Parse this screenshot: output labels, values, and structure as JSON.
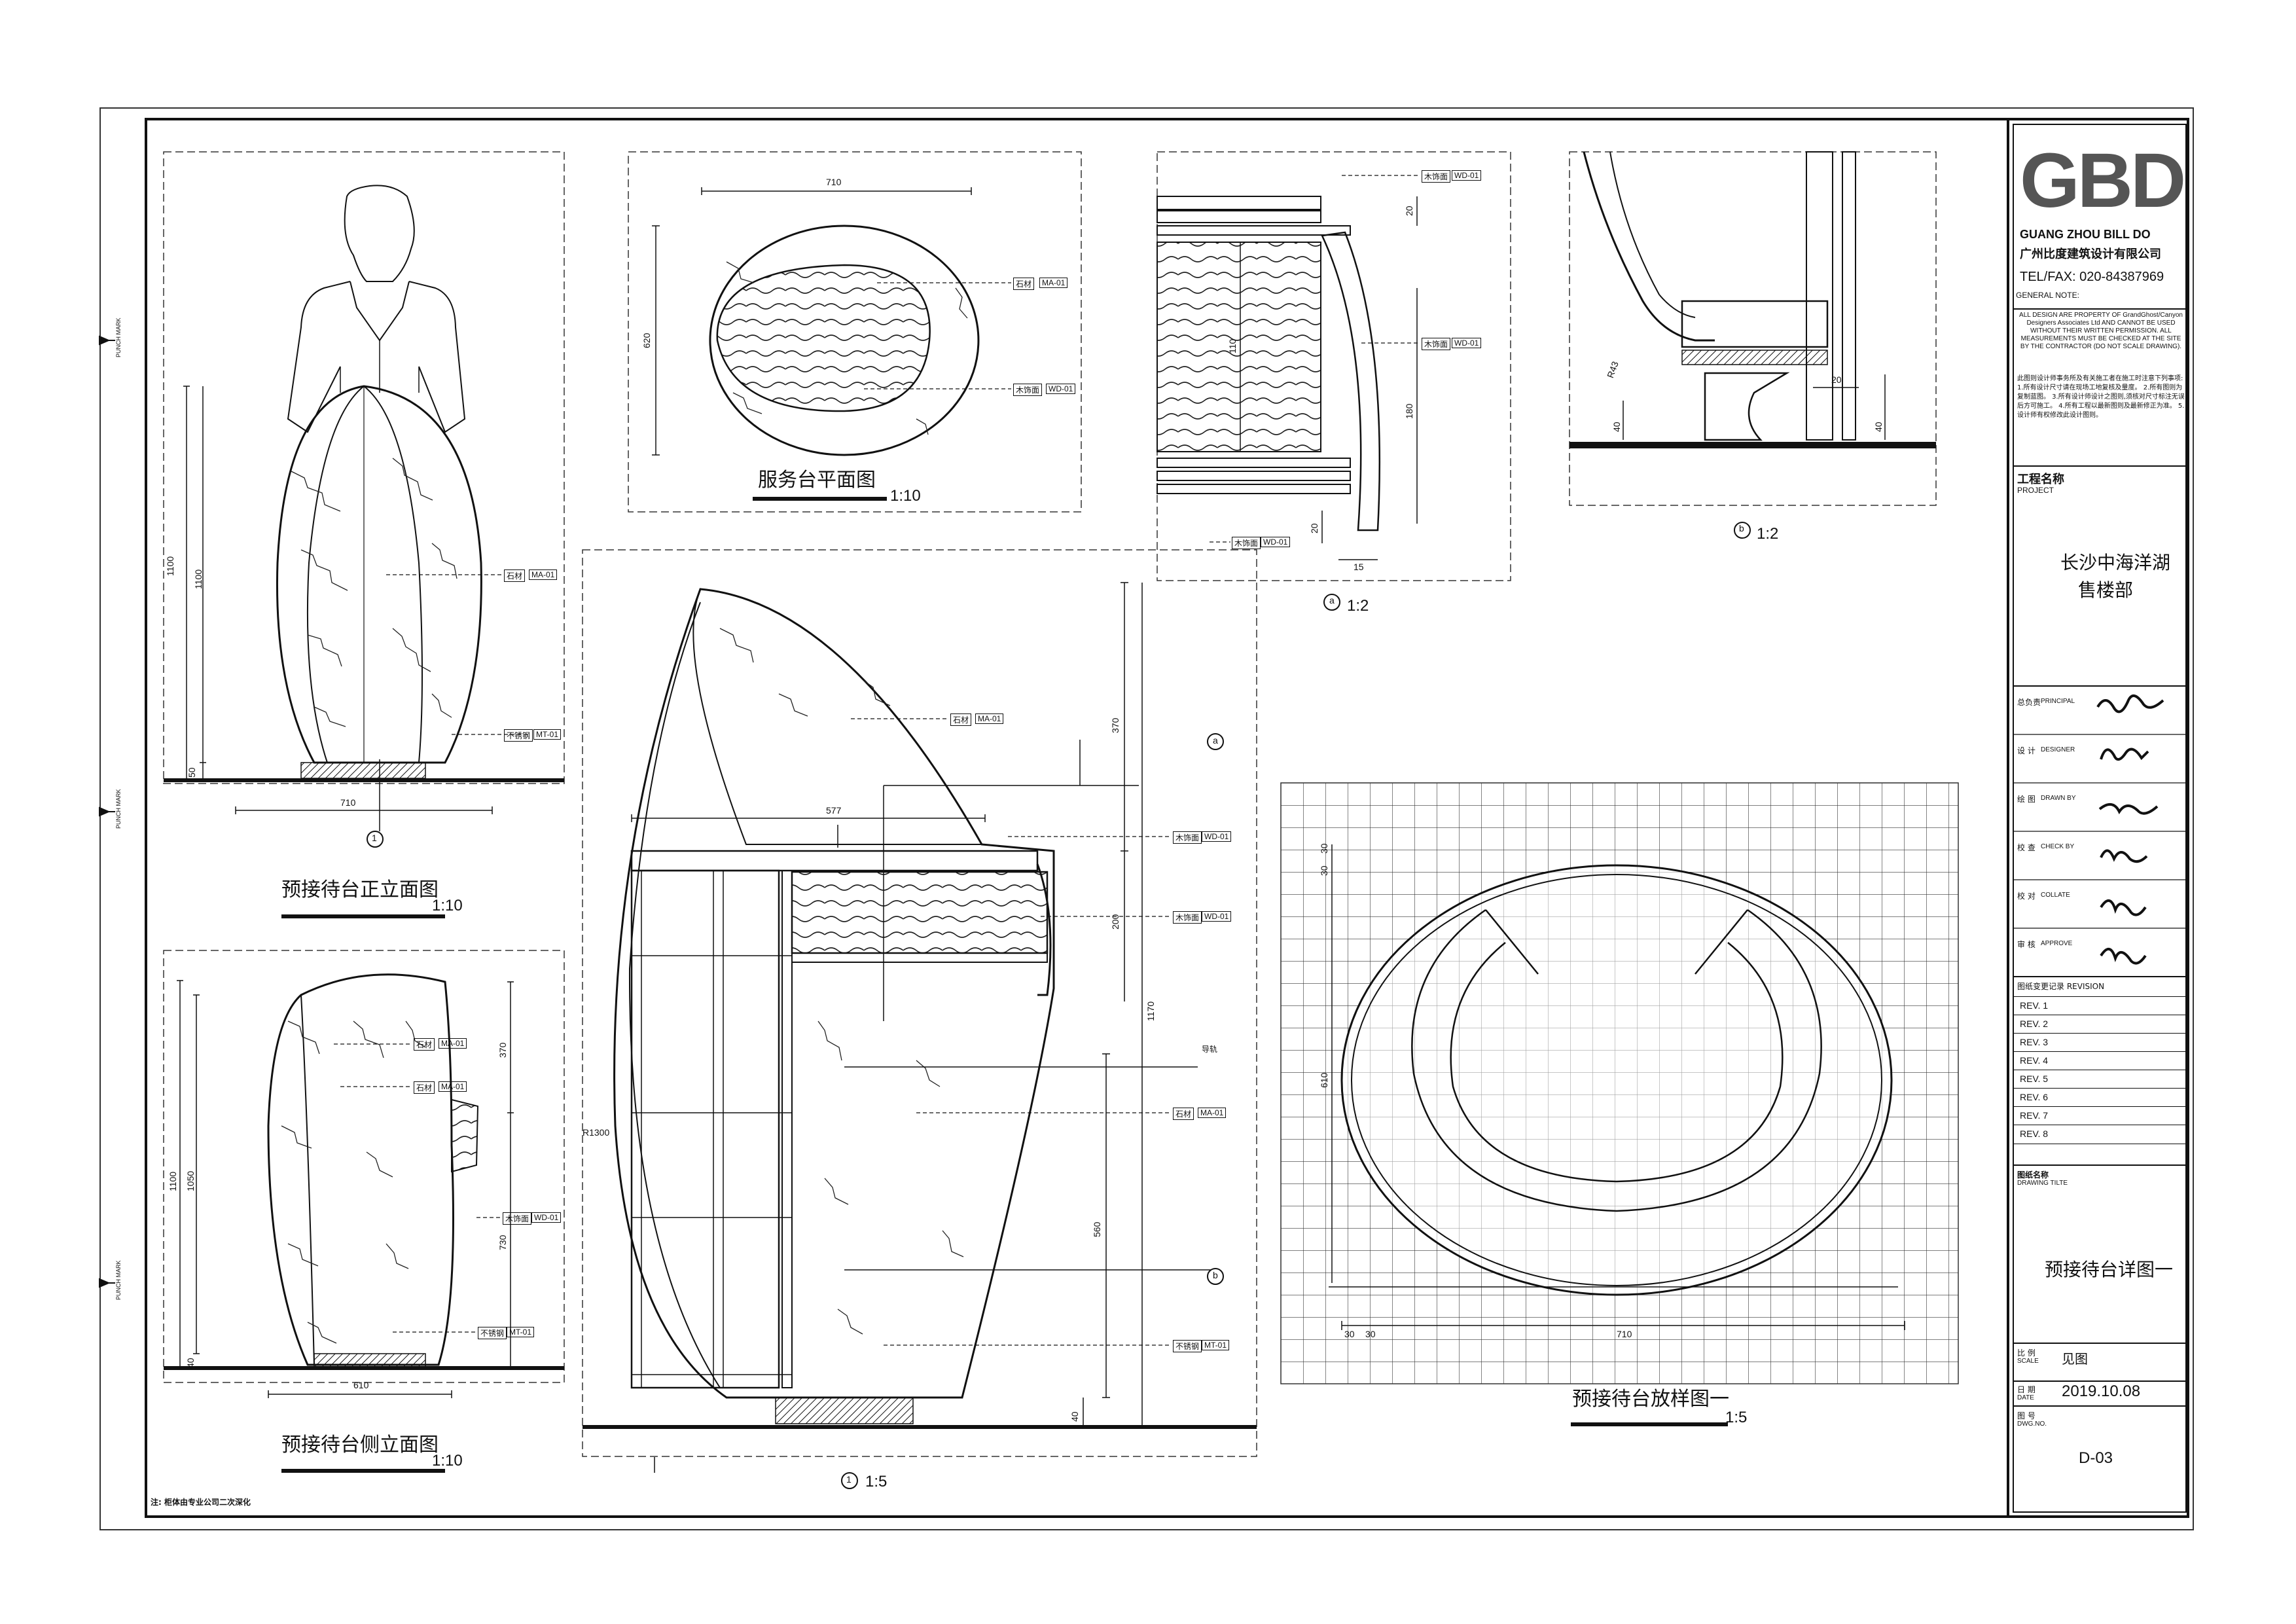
{
  "title_block": {
    "logo": "GBD",
    "company_en": "GUANG ZHOU BILL DO",
    "company_cn": "广州比度建筑设计有限公司",
    "tel": "TEL/FAX: 020-84387969",
    "general_note_label": "GENERAL NOTE:",
    "general_note_en": "ALL DESIGN ARE PROPERTY OF GrandGhost/Canyon Designers Associates Ltd AND CANNOT BE USED WITHOUT THEIR WRITTEN PERMISSION. ALL MEASUREMENTS MUST BE CHECKED AT THE SITE BY THE CONTRACTOR (DO NOT SCALE DRAWING).",
    "general_note_cn": "此图则设计师事务所及有关施工者在施工时注意下列事项: 1.所有设计尺寸请在现场工地复核及量度。 2.所有图则为复制蓝图。 3.所有设计师设计之图则,须核对尺寸标注无误后方可施工。 4.所有工程以最新图则及最新修正为准。 5.设计师有权修改此设计图则。",
    "project_label_cn": "工程名称",
    "project_label_en": "PROJECT",
    "project_name_line1": "长沙中海洋湖",
    "project_name_line2": "售楼部",
    "roles": [
      {
        "cn": "总负责",
        "en": "PRINCIPAL"
      },
      {
        "cn": "设 计",
        "en": "DESIGNER"
      },
      {
        "cn": "绘 图",
        "en": "DRAWN BY"
      },
      {
        "cn": "校 查",
        "en": "CHECK BY"
      },
      {
        "cn": "校 对",
        "en": "COLLATE"
      },
      {
        "cn": "审 核",
        "en": "APPROVE"
      }
    ],
    "revision_label": "图纸变更记录 REVISION",
    "revisions": [
      "REV. 1",
      "REV. 2",
      "REV. 3",
      "REV. 4",
      "REV. 5",
      "REV. 6",
      "REV. 7",
      "REV. 8"
    ],
    "drawing_title_label_cn": "图纸名称",
    "drawing_title_label_en": "DRAWING TILTE",
    "drawing_title": "预接待台详图一",
    "scale_label_cn": "比 例",
    "scale_label_en": "SCALE",
    "scale_value": "见图",
    "date_label_cn": "日 期",
    "date_label_en": "DATE",
    "date_value": "2019.10.08",
    "dwg_label_cn": "图 号",
    "dwg_label_en": "DWG.NO.",
    "dwg_value": "D-03"
  },
  "punch_mark": "PUNCH MARK",
  "note": "注: 柜体由专业公司二次深化",
  "views": {
    "front_elevation": {
      "title": "预接待台正立面图",
      "scale": "1:10",
      "dims": [
        "1100",
        "1100",
        "50",
        "710"
      ],
      "tags": [
        "石材",
        "MA-01",
        "不锈钢",
        "MT-01"
      ],
      "marker": "1"
    },
    "plan": {
      "title": "服务台平面图",
      "scale": "1:10",
      "dims": [
        "710",
        "620"
      ],
      "tags": [
        "石材",
        "MA-01",
        "木饰面",
        "WD-01"
      ]
    },
    "side_elevation": {
      "title": "预接待台侧立面图",
      "scale": "1:10",
      "dims": [
        "1100",
        "1050",
        "370",
        "730",
        "40",
        "610"
      ],
      "tags": [
        "石材",
        "MA-01",
        "石材",
        "MA-01",
        "木饰面",
        "WD-01",
        "不锈钢",
        "MT-01"
      ]
    },
    "section": {
      "scale": "1:5",
      "marker": "1",
      "dims": [
        "370",
        "200",
        "1170",
        "560",
        "40",
        "577",
        "R1300"
      ],
      "tags": [
        "石材",
        "MA-01",
        "木饰面",
        "WD-01",
        "木饰面",
        "WD-01",
        "导轨",
        "石材",
        "MA-01",
        "不锈钢",
        "MT-01"
      ],
      "callouts": [
        "a",
        "b"
      ]
    },
    "detail_a": {
      "scale": "1:2",
      "marker": "a",
      "dims": [
        "20",
        "110",
        "180",
        "20",
        "15"
      ],
      "tags": [
        "木饰面",
        "WD-01",
        "木饰面",
        "WD-01",
        "木饰面",
        "WD-01"
      ]
    },
    "detail_b": {
      "scale": "1:2",
      "marker": "b",
      "dims": [
        "R43",
        "40",
        "20",
        "40"
      ]
    },
    "template": {
      "title": "预接待台放样图一",
      "scale": "1:5",
      "dims": [
        "30",
        "30",
        "610",
        "30",
        "30",
        "710"
      ]
    }
  }
}
